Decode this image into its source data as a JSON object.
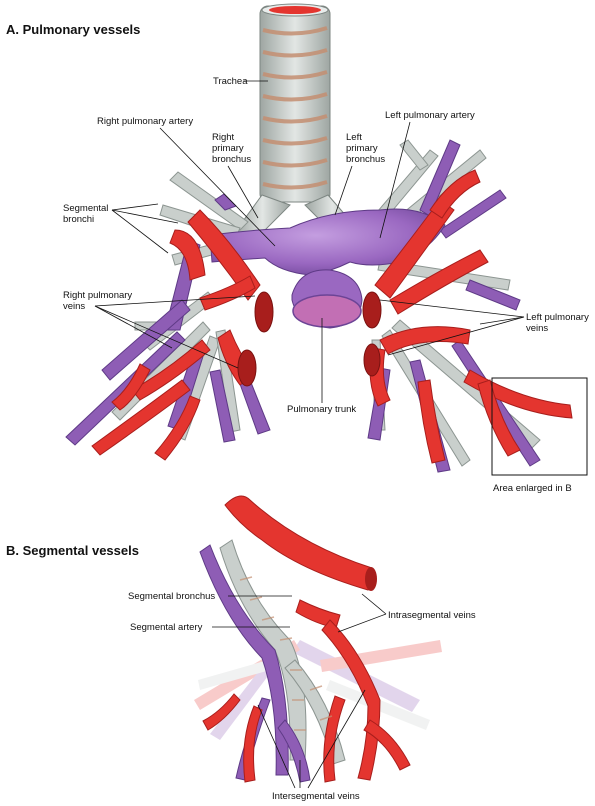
{
  "panel_a": {
    "title": "A. Pulmonary vessels",
    "labels": {
      "trachea": "Trachea",
      "right_pulmonary_artery": "Right pulmonary artery",
      "right_primary_bronchus": [
        "Right",
        "primary",
        "bronchus"
      ],
      "left_primary_bronchus": [
        "Left",
        "primary",
        "bronchus"
      ],
      "left_pulmonary_artery": "Left pulmonary artery",
      "segmental_bronchi": [
        "Segmental",
        "bronchi"
      ],
      "right_pulmonary_veins": [
        "Right pulmonary",
        "veins"
      ],
      "left_pulmonary_veins": [
        "Left pulmonary",
        "veins"
      ],
      "pulmonary_trunk": "Pulmonary trunk",
      "area_enlarged": "Area enlarged in B"
    }
  },
  "panel_b": {
    "title": "B. Segmental vessels",
    "labels": {
      "segmental_bronchus": "Segmental bronchus",
      "segmental_artery": "Segmental artery",
      "intrasegmental_veins": "Intrasegmental veins",
      "intersegmental_veins": "Intersegmental veins"
    }
  },
  "colors": {
    "artery": "#8e5db5",
    "artery_dark": "#5e3a86",
    "vein": "#e4352f",
    "vein_dark": "#a81e1c",
    "bronchus": "#c9cfcc",
    "cartilage": "#d9a98c",
    "trunk_lumen": "#c26fb4"
  }
}
